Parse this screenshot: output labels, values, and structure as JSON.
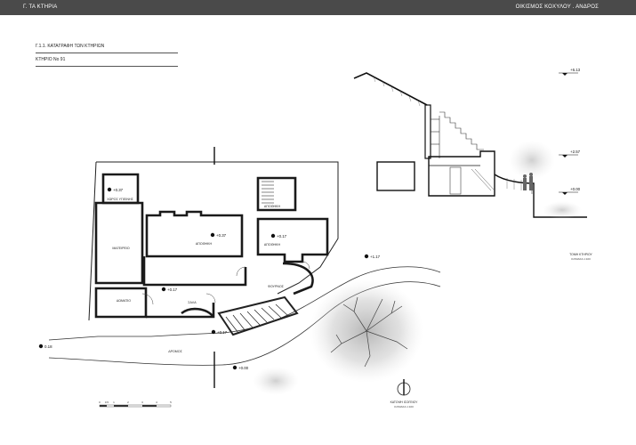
{
  "header": {
    "chapter": "Γ. ΤΑ ΚΤΗΡΙΑ",
    "settlement": "ΟΙΚΙΣΜΟΣ ΚΟΧΥΛΟΥ . ΑΝΔΡΟΣ"
  },
  "section_title": "Γ.1.1. ΚΑΤΑΓΡΑΦΗ ΤΩΝ ΚΤΗΡΙΩΝ",
  "building_id": "ΚΤΗΡΙΟ No 91",
  "plan": {
    "rooms": {
      "bathroom": "ΧΩΡΟΣ ΥΓΙΕΙΝΗΣ",
      "kitchen": "ΜΑΓΕΙΡΕΙΟ",
      "storage_center": "ΑΠΟΘΗΚΗ",
      "storage_upper": "ΑΠΟΘΗΚΗ",
      "storage_right": "ΑΠΟΘΗΚΗ",
      "bedroom": "ΔΩΜΑΤΙΟ",
      "living": "ΣΑΛΑ",
      "oven": "ΦΟΥΡΝΟΣ",
      "road": "ΔΡΟΜΟΣ"
    },
    "levels": {
      "bathroom": "+0.37",
      "storage_center": "+0.37",
      "storage_right": "+0.17",
      "living": "+0.17",
      "stairs": "+0.17",
      "road": "0.18",
      "outside_right": "+1.17",
      "bottom": "+0.00"
    },
    "north_caption": "ΚΑΤΟΨΗ ΙΣΟΓΕΙΟΥ",
    "north_scale": "ΚΛΙΜΑΚΑ 1:100"
  },
  "section": {
    "levels": {
      "top": "+6.13",
      "mid": "+2.57",
      "ground": "+0.00"
    },
    "caption": "ΤΟΜΗ ΚΤΗΡΙΟΥ",
    "scale": "ΚΛΙΜΑΚΑ 1:100"
  },
  "scale_bar": {
    "labels": [
      "0",
      "0.5",
      "1",
      "2",
      "3",
      "4",
      "5"
    ]
  },
  "colors": {
    "header_bg": "#4a4a4a",
    "wall": "#1a1a1a",
    "tree": "#bdbdbd"
  }
}
